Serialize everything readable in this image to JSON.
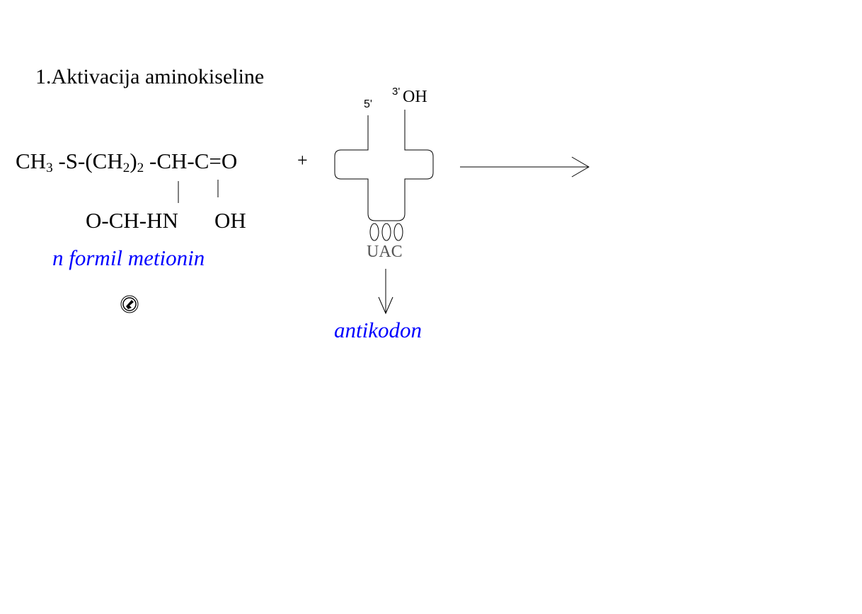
{
  "title": "1.Aktivacija aminokiseline",
  "formula": {
    "ch": "CH",
    "sub3": "3",
    "s_ch": " -S-(CH",
    "sub2a": "2",
    "paren": ")",
    "sub2b": "2",
    "rest": " -CH-C=O",
    "formyl": "O-CH-HN",
    "oh": "OH"
  },
  "plus": "+",
  "trna": {
    "five_prime": "5'",
    "three_prime": "3'",
    "oh": "OH",
    "anticodon_bases": "UAC"
  },
  "labels": {
    "molecule": "n formil metionin",
    "anticodon": "antikodon"
  },
  "colors": {
    "label": "#0000ff",
    "anticodon_text": "#555555"
  },
  "icons": {
    "action": "sound-action-icon"
  }
}
